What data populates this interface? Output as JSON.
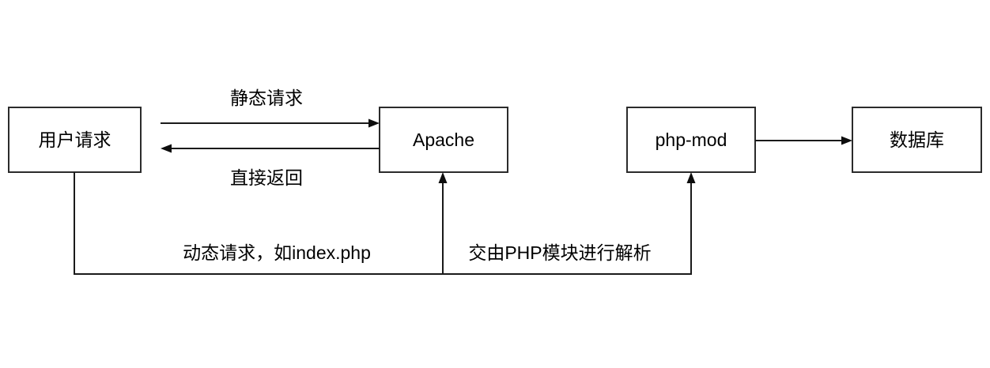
{
  "diagram": {
    "type": "flowchart",
    "background_color": "#ffffff",
    "line_color": "#1a1a1a",
    "text_color": "#000000",
    "box_fill": "#ffffff",
    "nodes": [
      {
        "id": "user-request",
        "label": "用户请求"
      },
      {
        "id": "apache",
        "label": "Apache"
      },
      {
        "id": "php-mod",
        "label": "php-mod"
      },
      {
        "id": "database",
        "label": "数据库"
      }
    ],
    "edges": [
      {
        "id": "static-request",
        "from": "user-request",
        "to": "apache",
        "label": "静态请求",
        "direction": "right"
      },
      {
        "id": "direct-return",
        "from": "apache",
        "to": "user-request",
        "label": "直接返回",
        "direction": "left"
      },
      {
        "id": "dynamic-request",
        "from": "user-request",
        "to": "apache",
        "label": "动态请求，如index.php",
        "direction": "up"
      },
      {
        "id": "php-parse",
        "from": "apache",
        "to": "php-mod",
        "label": "交由PHP模块进行解析",
        "direction": "up"
      },
      {
        "id": "db-query",
        "from": "php-mod",
        "to": "database",
        "label": "",
        "direction": "right"
      }
    ]
  }
}
